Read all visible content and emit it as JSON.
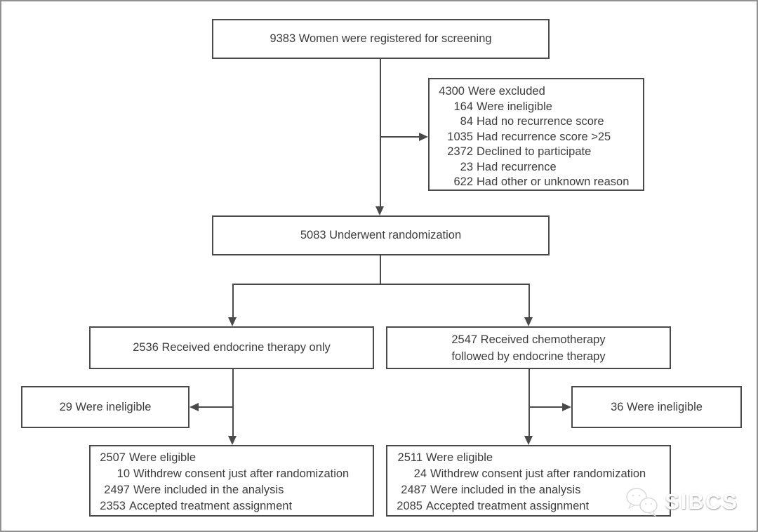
{
  "frame": {
    "background": "#ffffff",
    "outer_border_color": "#919191",
    "line_color": "#4a4a4a",
    "text_color": "#3d3d3d"
  },
  "boxes": {
    "screening": {
      "label": "9383 Women were registered for screening"
    },
    "excluded": {
      "lines": [
        {
          "num": "4300",
          "text": "Were excluded"
        },
        {
          "num": "164",
          "text": "Were ineligible"
        },
        {
          "num": "84",
          "text": "Had no recurrence score"
        },
        {
          "num": "1035",
          "text": "Had recurrence score >25"
        },
        {
          "num": "2372",
          "text": "Declined to participate"
        },
        {
          "num": "23",
          "text": "Had recurrence"
        },
        {
          "num": "622",
          "text": "Had other or unknown reason"
        }
      ]
    },
    "randomization": {
      "label": "5083 Underwent randomization"
    },
    "endocrine": {
      "label": "2536 Received endocrine therapy only"
    },
    "chemo": {
      "line1": "2547 Received chemotherapy",
      "line2": "followed by endocrine therapy"
    },
    "ineligible_left": {
      "label": "29 Were ineligible"
    },
    "ineligible_right": {
      "label": "36 Were ineligible"
    },
    "eligible_left": {
      "lines": [
        {
          "num": "2507",
          "text": "Were eligible"
        },
        {
          "num": "10",
          "text": "Withdrew consent just after randomization"
        },
        {
          "num": "2497",
          "text": "Were included in the analysis"
        },
        {
          "num": "2353",
          "text": "Accepted treatment assignment"
        }
      ]
    },
    "eligible_right": {
      "lines": [
        {
          "num": "2511",
          "text": "Were eligible"
        },
        {
          "num": "24",
          "text": "Withdrew consent just after randomization"
        },
        {
          "num": "2487",
          "text": "Were included in the analysis"
        },
        {
          "num": "2085",
          "text": "Accepted treatment assignment"
        }
      ]
    }
  },
  "watermark": {
    "label": "SIBCS"
  }
}
